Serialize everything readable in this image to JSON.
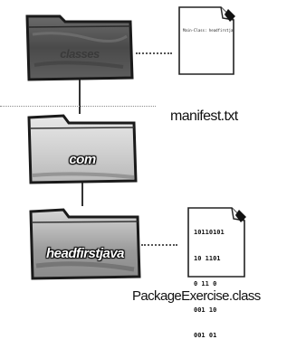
{
  "folders": [
    {
      "name": "classes"
    },
    {
      "name": "com"
    },
    {
      "name": "headfirstjava"
    }
  ],
  "files": [
    {
      "caption": "manifest.txt",
      "lines": [
        "Main-Class: headfirstjava.PackageExercise"
      ]
    },
    {
      "caption": "PackageExercise.class",
      "lines": [
        "10110101",
        "10 1101",
        "0 11 0",
        "001 10",
        "001 01"
      ]
    }
  ]
}
